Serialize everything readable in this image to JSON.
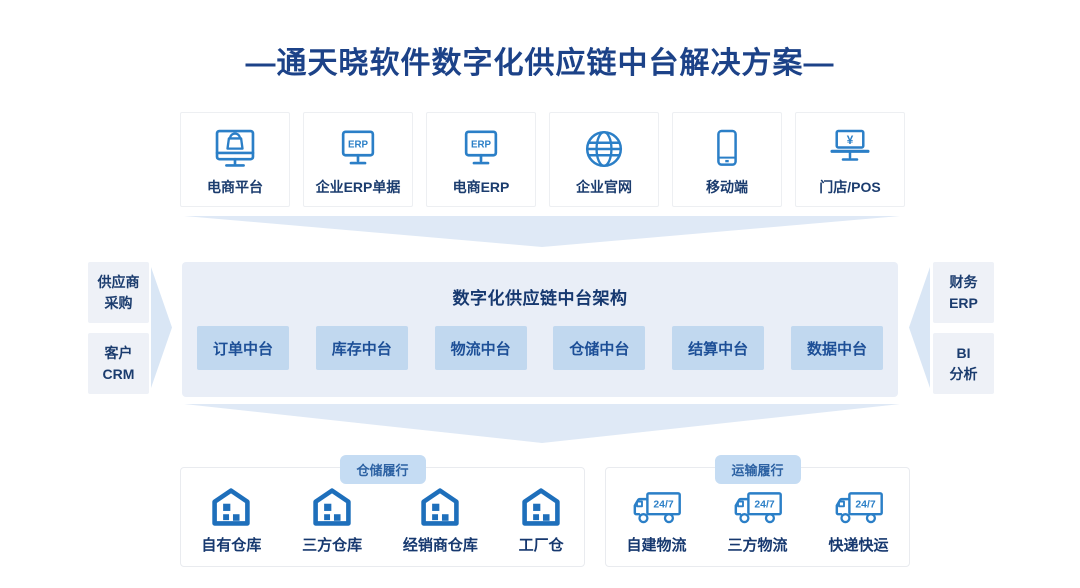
{
  "title": "—通天晓软件数字化供应链中台解决方案—",
  "colors": {
    "title_text": "#1c4288",
    "icon_blue": "#2b7fc7",
    "warehouse_blue": "#1e6fbb",
    "navy_text": "#1b3c6e",
    "platform_bg": "#e9eef7",
    "module_bg": "#c1d8ef",
    "module_text": "#1d4f97",
    "side_box_bg": "#eef1f7",
    "arrow_fill": "#d9e6f5",
    "chevron_fill": "#dfe9f6",
    "tag_bg": "#c5dcf3",
    "tag_text": "#2d62a3"
  },
  "top_channels": [
    {
      "icon": "monitor-cart-icon",
      "label": "电商平台"
    },
    {
      "icon": "monitor-erp-icon",
      "icon_text": "ERP",
      "label": "企业ERP单据"
    },
    {
      "icon": "monitor-erp-icon",
      "icon_text": "ERP",
      "label": "电商ERP"
    },
    {
      "icon": "globe-icon",
      "label": "企业官网"
    },
    {
      "icon": "mobile-icon",
      "label": "移动端"
    },
    {
      "icon": "monitor-yen-icon",
      "icon_text": "¥",
      "label": "门店/POS"
    }
  ],
  "left_sources": [
    {
      "label": "供应商\n采购"
    },
    {
      "label": "客户\nCRM"
    }
  ],
  "right_sources": [
    {
      "label": "财务\nERP"
    },
    {
      "label": "BI\n分析"
    }
  ],
  "platform": {
    "title": "数字化供应链中台架构",
    "modules": [
      "订单中台",
      "库存中台",
      "物流中台",
      "仓储中台",
      "结算中台",
      "数据中台"
    ]
  },
  "fulfillment_groups": [
    {
      "tag": "仓储履行",
      "items": [
        {
          "icon": "warehouse-icon",
          "label": "自有仓库"
        },
        {
          "icon": "warehouse-icon",
          "label": "三方仓库"
        },
        {
          "icon": "warehouse-icon",
          "label": "经销商仓库"
        },
        {
          "icon": "warehouse-icon",
          "label": "工厂仓"
        }
      ]
    },
    {
      "tag": "运输履行",
      "items": [
        {
          "icon": "truck-icon",
          "icon_text": "24/7",
          "label": "自建物流"
        },
        {
          "icon": "truck-icon",
          "icon_text": "24/7",
          "label": "三方物流"
        },
        {
          "icon": "truck-icon",
          "icon_text": "24/7",
          "label": "快递快运"
        }
      ]
    }
  ]
}
